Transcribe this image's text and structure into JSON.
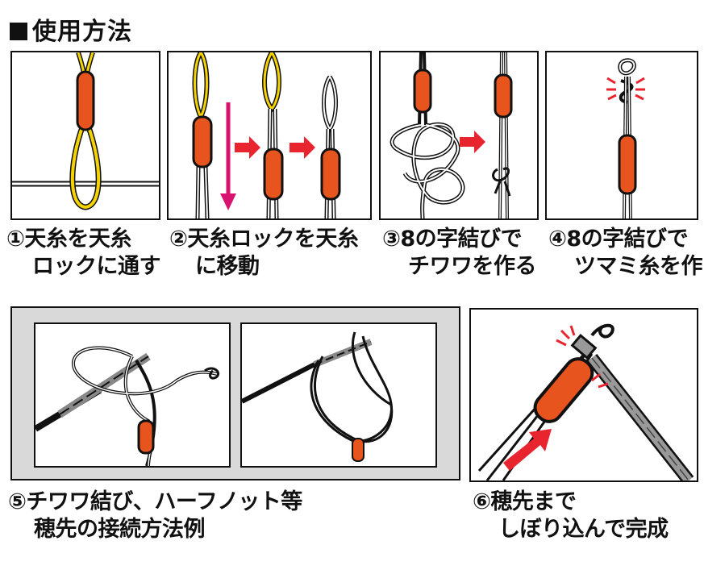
{
  "title": "使用方法",
  "steps": [
    {
      "num": "①",
      "line1": "天糸を天糸",
      "line2": "ロックに通す"
    },
    {
      "num": "②",
      "line1": "天糸ロックを天糸",
      "line2": "に移動"
    },
    {
      "num": "③",
      "line1": "8の字結びで",
      "line2": "チワワを作る"
    },
    {
      "num": "④",
      "line1": "8の字結びで",
      "line2": "ツマミ糸を作る"
    },
    {
      "num": "⑤",
      "line1": "チワワ結び、ハーフノット等",
      "line2": "穂先の接続方法例"
    },
    {
      "num": "⑥",
      "line1": "穂先まで",
      "line2": "しぼり込んで完成"
    }
  ],
  "colors": {
    "lock": "#e8541e",
    "arrow": "#e8242f",
    "magenta": "#d8136f",
    "yellow": "#f5d300",
    "gray_bg": "#d9d9d9"
  }
}
